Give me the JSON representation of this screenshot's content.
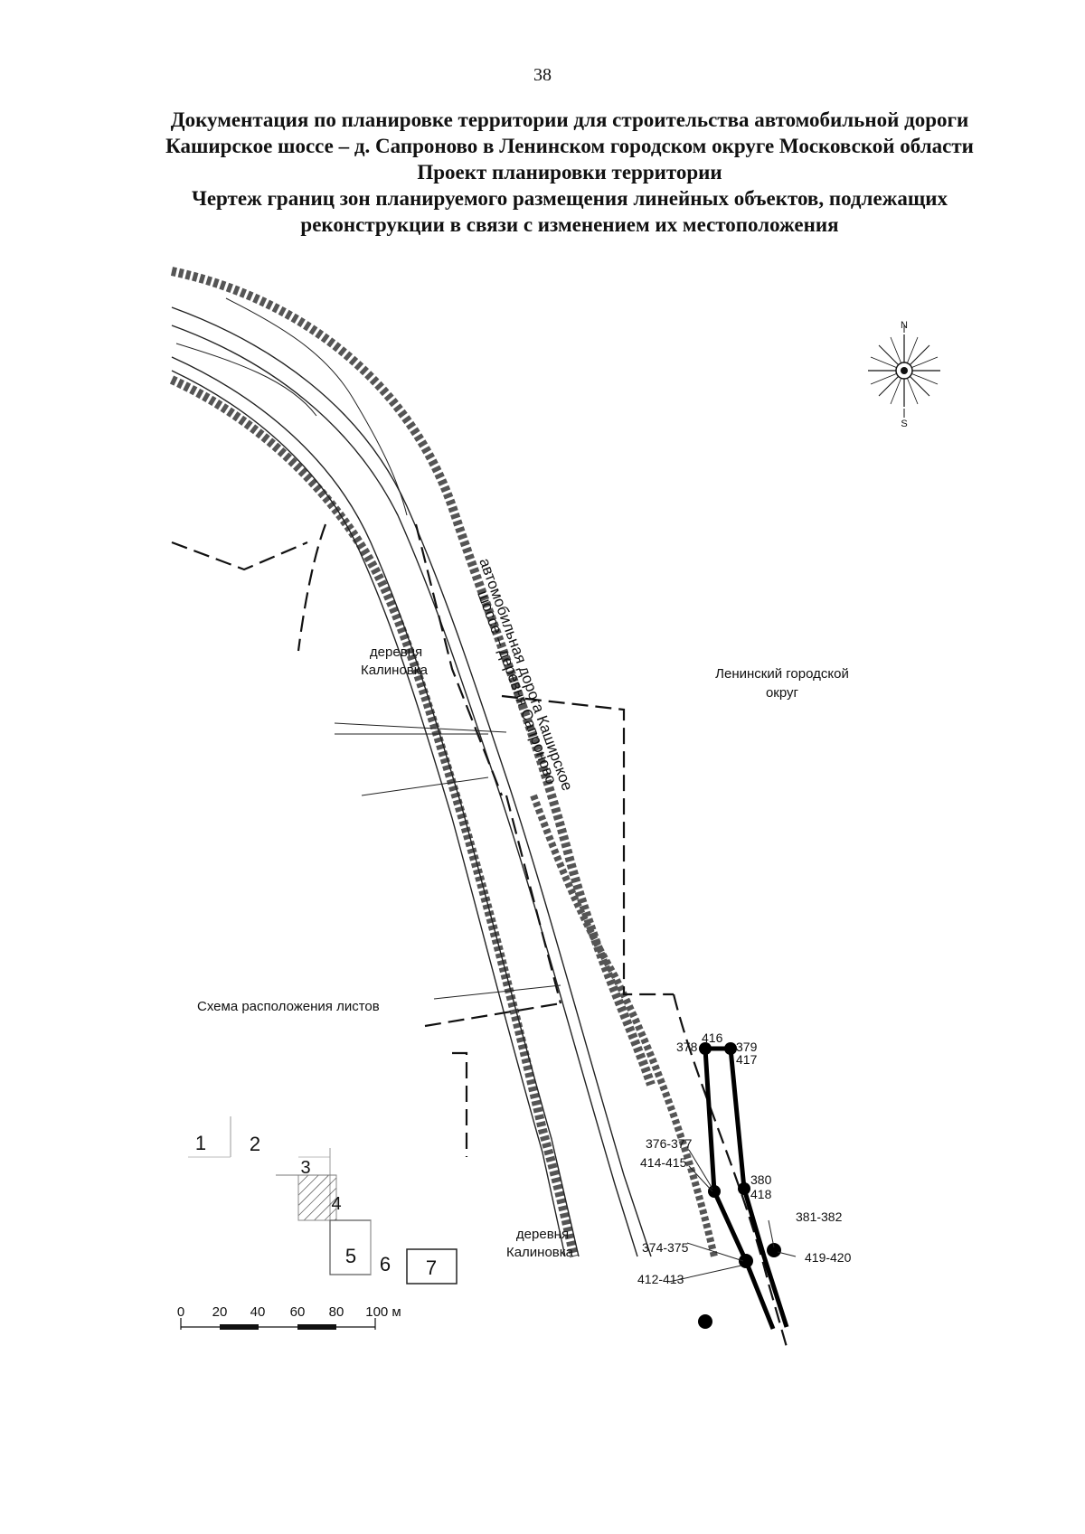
{
  "page_number": "38",
  "header": {
    "line1": "Документация по планировке территории для строительства автомобильной дороги",
    "line2": "Каширское шоссе – д. Сапроново в Ленинском городском округе Московской области",
    "line3": "Проект планировки территории",
    "line4": "Чертеж границ зон планируемого размещения линейных объектов, подлежащих",
    "line5": "реконструкции в связи с изменением их местоположения"
  },
  "compass": {
    "north": "N",
    "south": "S"
  },
  "labels": {
    "village_top_1": "деревня",
    "village_top_2": "Калиновка",
    "road_1": "автомобильная дорога Каширское",
    "road_2": "шоссе – деревня Сапроново",
    "district_1": "Ленинский городской",
    "district_2": "округ",
    "sheet_scheme": "Схема  расположения  листов",
    "village_bottom_1": "деревня",
    "village_bottom_2": "Калиновка"
  },
  "sheet_numbers": [
    "1",
    "2",
    "3",
    "4",
    "5",
    "6",
    "7"
  ],
  "scale_bar": [
    "0",
    "20",
    "40",
    "60",
    "80",
    "100 м"
  ],
  "points": {
    "p378": "378",
    "p416": "416",
    "p379": "379",
    "p417": "417",
    "p376_377": "376-377",
    "p414_415": "414-415",
    "p380": "380",
    "p418": "418",
    "p381_382": "381-382",
    "p419_420": "419-420",
    "p374_375": "374-375",
    "p412_413": "412-413"
  }
}
